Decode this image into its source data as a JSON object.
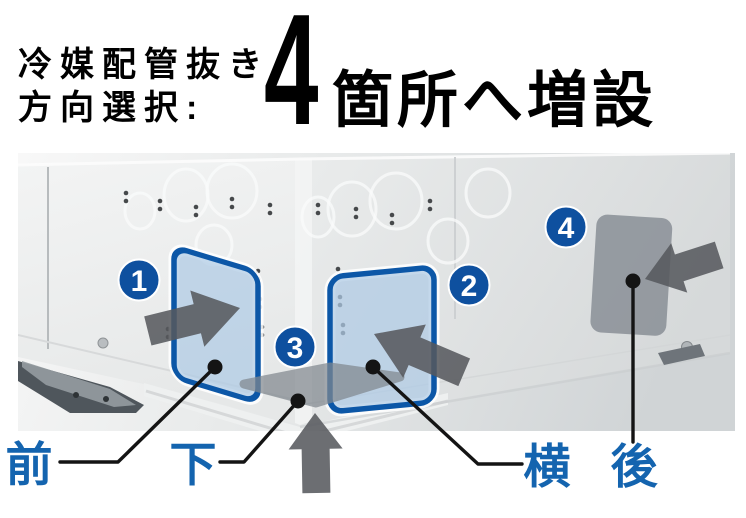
{
  "header": {
    "prefix_line1": "冷媒配管抜き",
    "prefix_line2": "方向選択:",
    "big_number": "4",
    "suffix": "箇所へ増設"
  },
  "annotations": {
    "badges": [
      {
        "n": "1"
      },
      {
        "n": "2"
      },
      {
        "n": "3"
      },
      {
        "n": "4"
      }
    ],
    "labels": [
      {
        "id": "front",
        "text": "前"
      },
      {
        "id": "bottom",
        "text": "下"
      },
      {
        "id": "side",
        "text": "横"
      },
      {
        "id": "rear",
        "text": "後"
      }
    ]
  },
  "colors": {
    "title_black": "#000000",
    "badge_blue": "#0e509f",
    "panel_stroke_blue": "#0c57a7",
    "panel_fill_blue": "#aecbe4",
    "label_blue": "#1464af",
    "arrow_gray": "#56595d",
    "gray_panel": "#81888f",
    "callout_black": "#141414",
    "photo_backdrop": "#d3d6d8"
  }
}
